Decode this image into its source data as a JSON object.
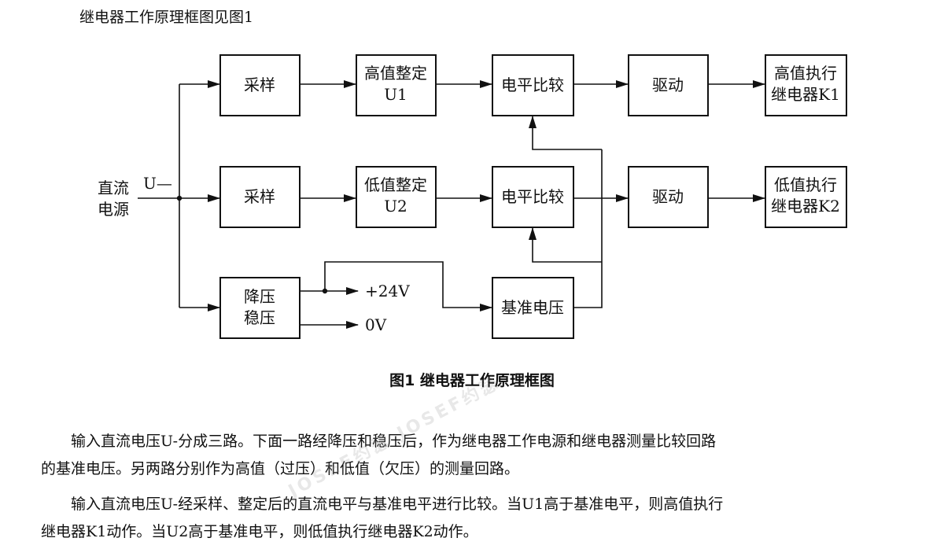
{
  "intro": "继电器工作原理框图见图1",
  "diagram": {
    "input_label_line1": "直流",
    "input_label_line2": "电源",
    "input_signal": "U—",
    "top_sample": "采样",
    "mid_sample": "采样",
    "high_set_line1": "高值整定",
    "high_set_line2": "U1",
    "low_set_line1": "低值整定",
    "low_set_line2": "U2",
    "top_compare": "电平比较",
    "mid_compare": "电平比较",
    "top_drive": "驱动",
    "mid_drive": "驱动",
    "high_relay_line1": "高值执行",
    "high_relay_line2": "继电器K1",
    "low_relay_line1": "低值执行",
    "low_relay_line2": "继电器K2",
    "regulator_line1": "降压",
    "regulator_line2": "稳压",
    "reference": "基准电压",
    "out_plus": "+24V",
    "out_zero": "0V"
  },
  "caption": "图1  继电器工作原理框图",
  "paragraphs": [
    {
      "line1": "　　输入直流电压U-分成三路。下面一路经降压和稳压后，作为继电器工作电源和继电器测量比较回路",
      "line2": "的基准电压。另两路分别作为高值（过压）和低值（欠压）的测量回路。"
    },
    {
      "line1": "　　输入直流电压U-经采样、整定后的直流电平与基准电平进行比较。当U1高于基准电平，则高值执行",
      "line2": "继电器K1动作。当U2高于基准电平，则低值执行继电器K2动作。"
    }
  ],
  "watermark": "JOSEF约瑟 JOSEF约瑟"
}
